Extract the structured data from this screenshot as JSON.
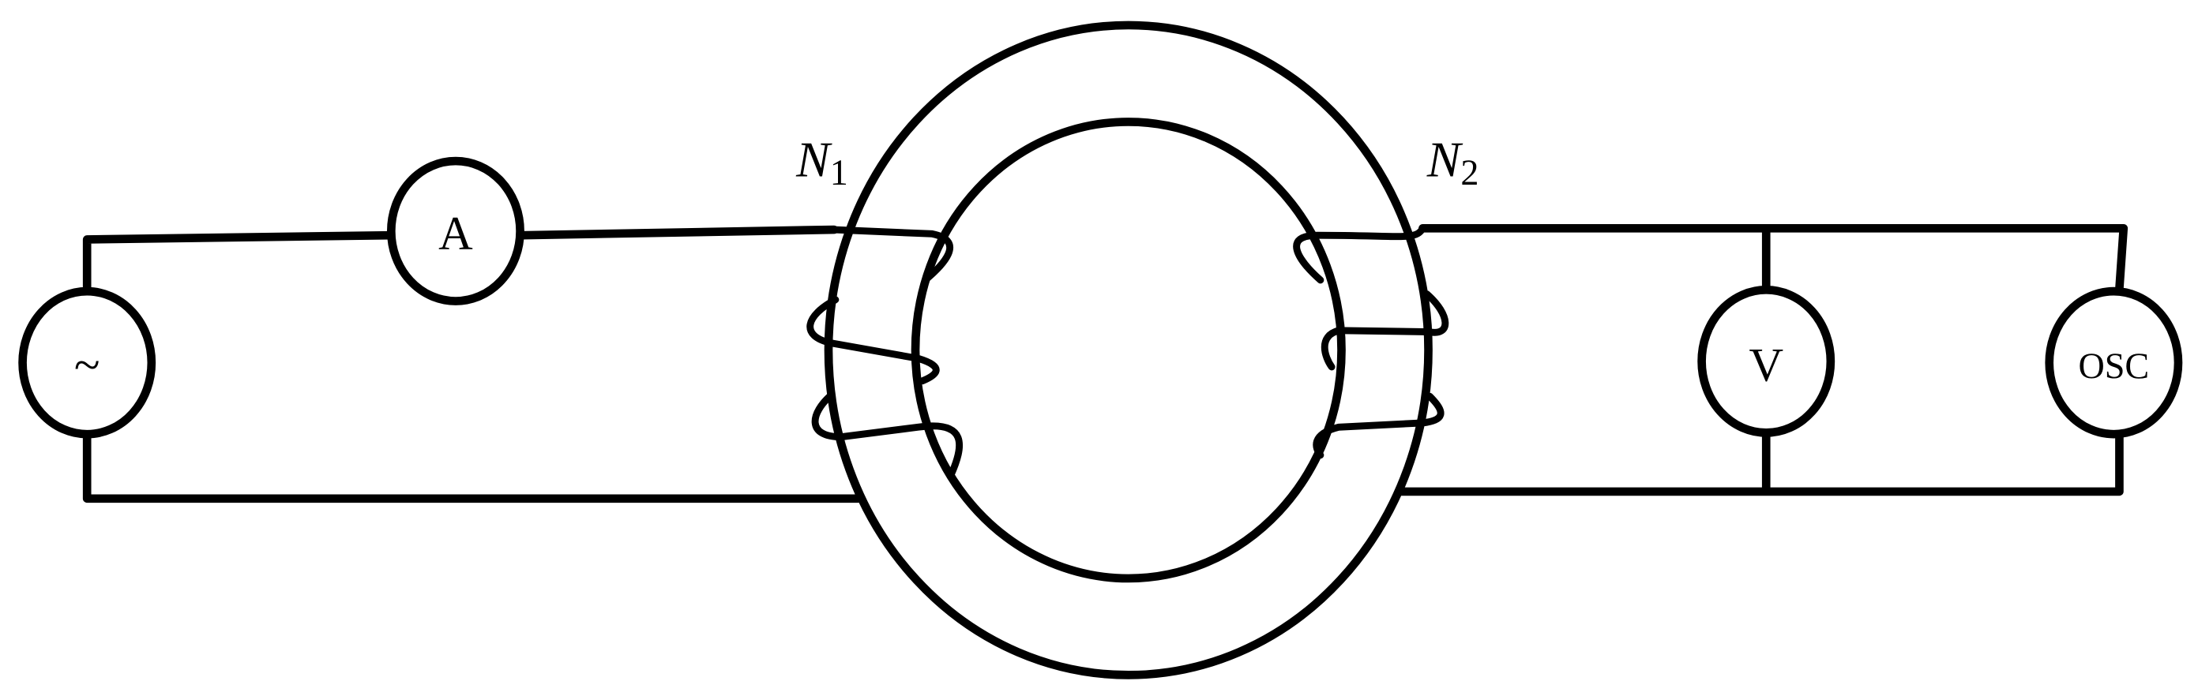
{
  "diagram": {
    "primary_coil_label": {
      "main": "N",
      "sub": "1"
    },
    "secondary_coil_label": {
      "main": "N",
      "sub": "2"
    },
    "source_symbol": "~",
    "ammeter_label": "A",
    "voltmeter_label": "V",
    "oscilloscope_label": "OSC",
    "line_color": "#000000",
    "background_color": "#ffffff"
  }
}
